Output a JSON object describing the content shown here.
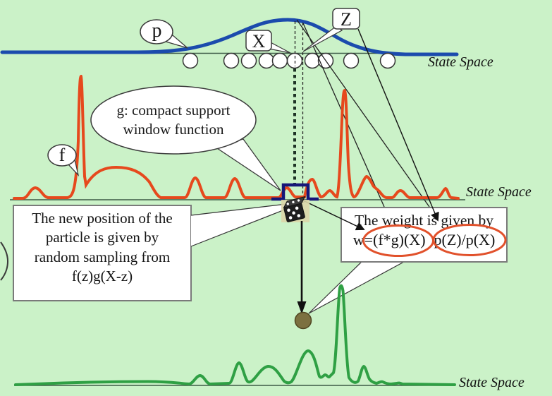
{
  "diagram_title": "particle-filter-sampling-diagram",
  "labels": {
    "p": "p",
    "f": "f",
    "x": "X",
    "z": "Z",
    "state_space": "State Space"
  },
  "g_bubble": {
    "line1": "g: compact support",
    "line2": "window function"
  },
  "position_box": {
    "lines": [
      "The new position of the",
      "particle is given by",
      "random sampling from",
      "f(z)g(X-z)"
    ]
  },
  "weight_box": {
    "line1": "The weight is given by",
    "formula_prefix": "w=",
    "term1": "(f*g)(X)",
    "term2": "p(Z)/p(X)"
  },
  "icons": {
    "dice": "dice-icon",
    "new_particle": "sampled-particle-dot",
    "particles": "particle-circles"
  },
  "colors": {
    "background": "#cbf2c8",
    "prior_curve_blue": "#1b4bad",
    "likelihood_curve_red": "#e6491d",
    "posterior_curve_green": "#2fa044",
    "highlight_ellipse_red": "#e1512b",
    "window_bracket_navy": "#161678",
    "particle_brown": "#7c7040",
    "box_border_gray": "#7a7a7a"
  }
}
